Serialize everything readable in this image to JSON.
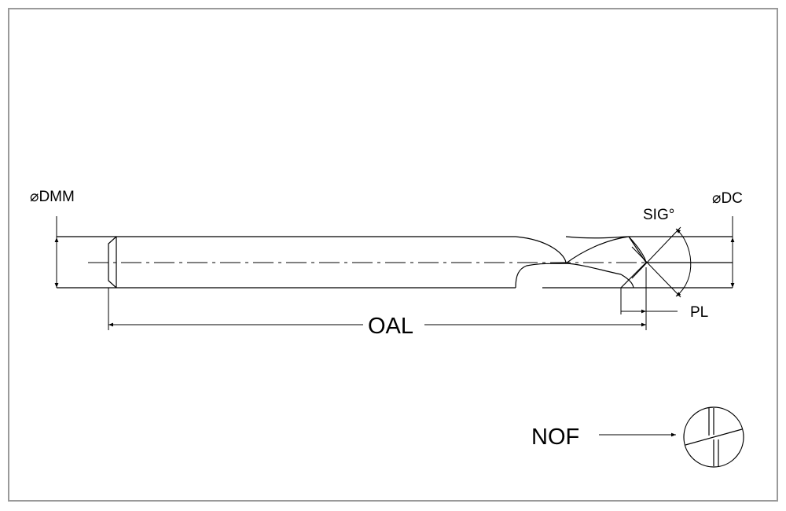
{
  "labels": {
    "dmm": "⌀DMM",
    "dc": "⌀DC",
    "sig": "SIG°",
    "pl": "PL",
    "oal": "OAL",
    "nof": "NOF"
  },
  "colors": {
    "border": "#9a9a9a",
    "line": "#000000",
    "background": "#ffffff"
  }
}
